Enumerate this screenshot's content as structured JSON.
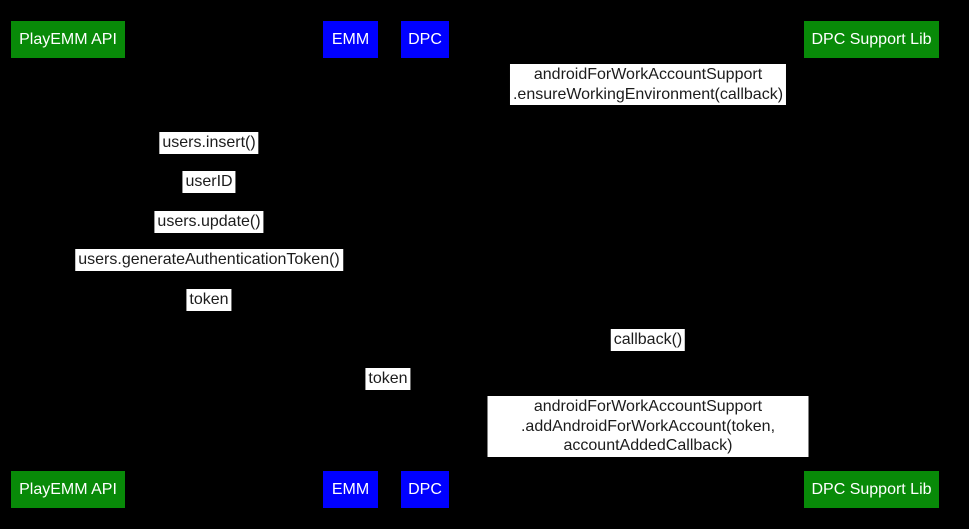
{
  "diagram": {
    "type": "sequence-diagram",
    "colors": {
      "background": "#000000",
      "actor_green": "#088a08",
      "actor_blue": "#0000ff",
      "actor_text": "#ffffff",
      "message_background": "#ffffff",
      "message_text": "#1c1c1c"
    }
  },
  "actors": {
    "playemm": {
      "label": "PlayEMM API",
      "color": "#088a08"
    },
    "emm": {
      "label": "EMM",
      "color": "#0000ff"
    },
    "dpc": {
      "label": "DPC",
      "color": "#0000ff"
    },
    "dpcsl": {
      "label": "DPC Support Lib",
      "color": "#088a08"
    }
  },
  "messages": [
    {
      "label": "androidForWorkAccountSupport\n.ensureWorkingEnvironment(callback)"
    },
    {
      "label": "users.insert()"
    },
    {
      "label": "userID"
    },
    {
      "label": "users.update()"
    },
    {
      "label": "users.generateAuthenticationToken()"
    },
    {
      "label": "token"
    },
    {
      "label": "callback()"
    },
    {
      "label": "token"
    },
    {
      "label": "androidForWorkAccountSupport\n.addAndroidForWorkAccount(token, accountAddedCallback)"
    }
  ]
}
